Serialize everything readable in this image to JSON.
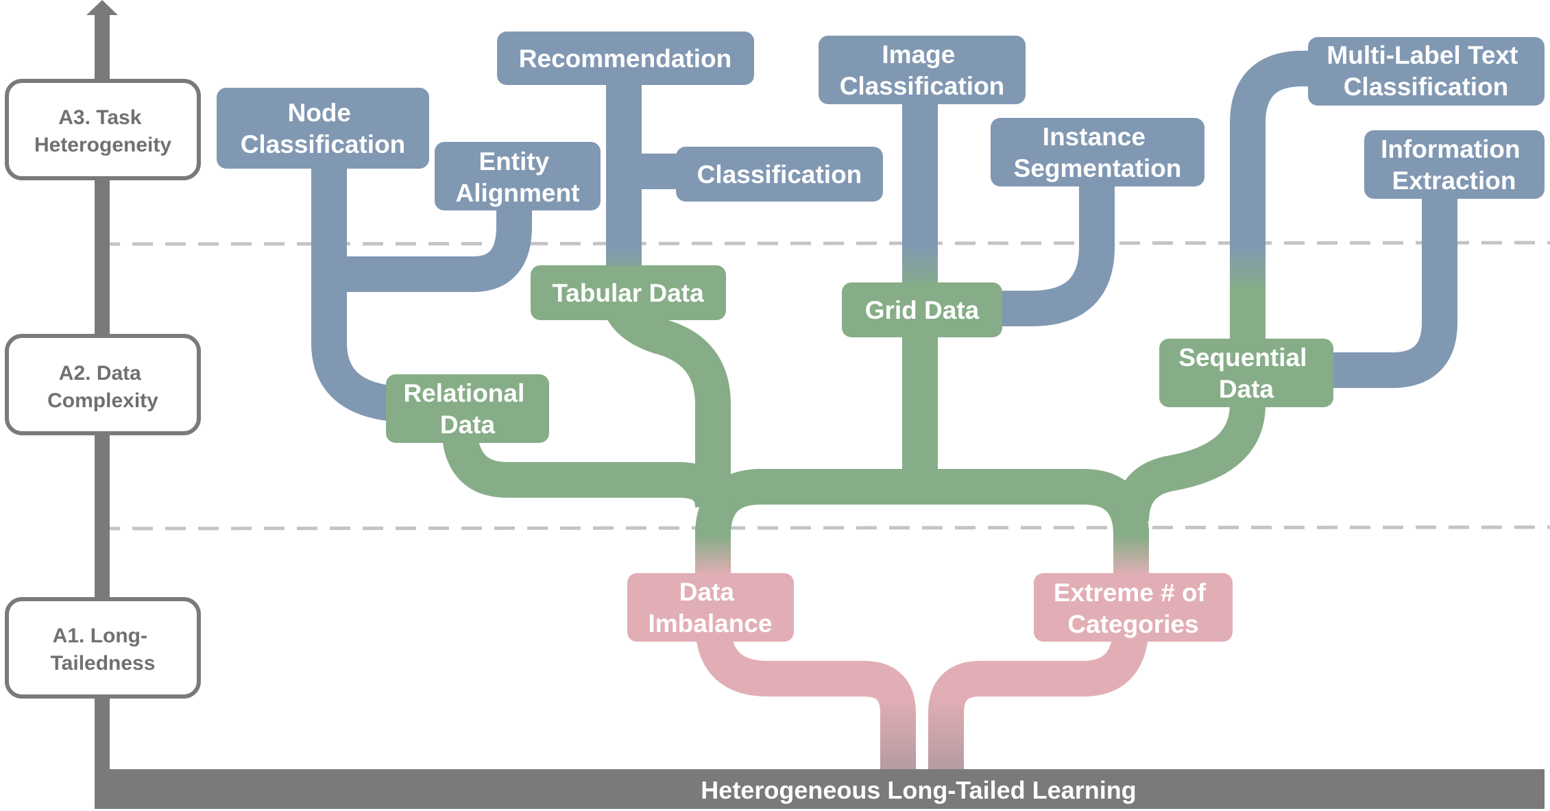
{
  "colors": {
    "task": "#8198b3",
    "data": "#86ad87",
    "tail": "#e2aeb5",
    "trunk": "#a89a9c",
    "axis": "#7a7a7a",
    "dash": "#c4c4c4",
    "label_border": "#7a7a7a"
  },
  "axis": {
    "label_a3": [
      "A3. Task",
      "Heterogeneity"
    ],
    "label_a2": [
      "A2. Data",
      "Complexity"
    ],
    "label_a1": [
      "A1. Long-",
      "Tailedness"
    ]
  },
  "base": {
    "label": "Heterogeneous Long-Tailed Learning"
  },
  "tasks": {
    "node_classification": [
      "Node",
      "Classification"
    ],
    "entity_alignment": [
      "Entity",
      "Alignment"
    ],
    "recommendation": [
      "Recommendation"
    ],
    "classification": [
      "Classification"
    ],
    "image_classification": [
      "Image",
      "Classification"
    ],
    "instance_segmentation": [
      "Instance",
      "Segmentation"
    ],
    "multi_label_text": [
      "Multi-Label Text",
      "Classification"
    ],
    "information_extraction": [
      "Information",
      "Extraction"
    ]
  },
  "data_types": {
    "relational": [
      "Relational",
      "Data"
    ],
    "tabular": [
      "Tabular Data"
    ],
    "grid": [
      "Grid Data"
    ],
    "sequential": [
      "Sequential",
      "Data"
    ]
  },
  "tail_types": {
    "imbalance": [
      "Data",
      "Imbalance"
    ],
    "extreme": [
      "Extreme # of",
      "Categories"
    ]
  }
}
